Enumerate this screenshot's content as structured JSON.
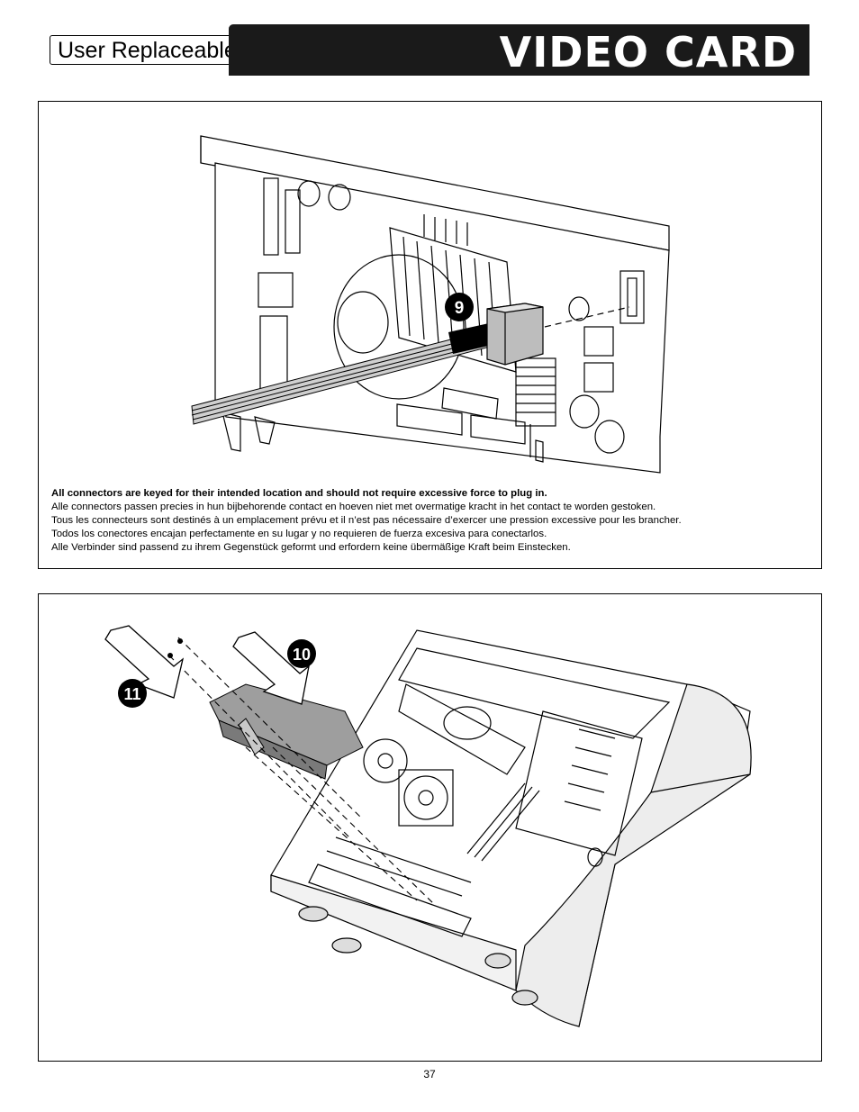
{
  "header": {
    "guide_title": "User Replaceable Parts Guide",
    "section_title": "VIDEO CARD"
  },
  "step_top": {
    "callout": "9",
    "notes": [
      "All connectors are keyed for their intended location and should not require excessive force to plug in.",
      "Alle connectors passen precies in hun bijbehorende contact en hoeven niet met overmatige kracht in het contact te worden gestoken.",
      "Tous les connecteurs sont destinés à un emplacement prévu et il n’est pas nécessaire d’exercer une pression excessive pour les brancher.",
      "Todos los conectores encajan perfectamente en su lugar y no requieren de fuerza excesiva para conectarlos.",
      "Alle Verbinder sind passend zu ihrem Gegenstück geformt und erfordern keine übermäßige Kraft beim Einstecken."
    ]
  },
  "step_bottom": {
    "callout_a": "10",
    "callout_b": "11"
  },
  "footer": {
    "page_number": "37"
  }
}
